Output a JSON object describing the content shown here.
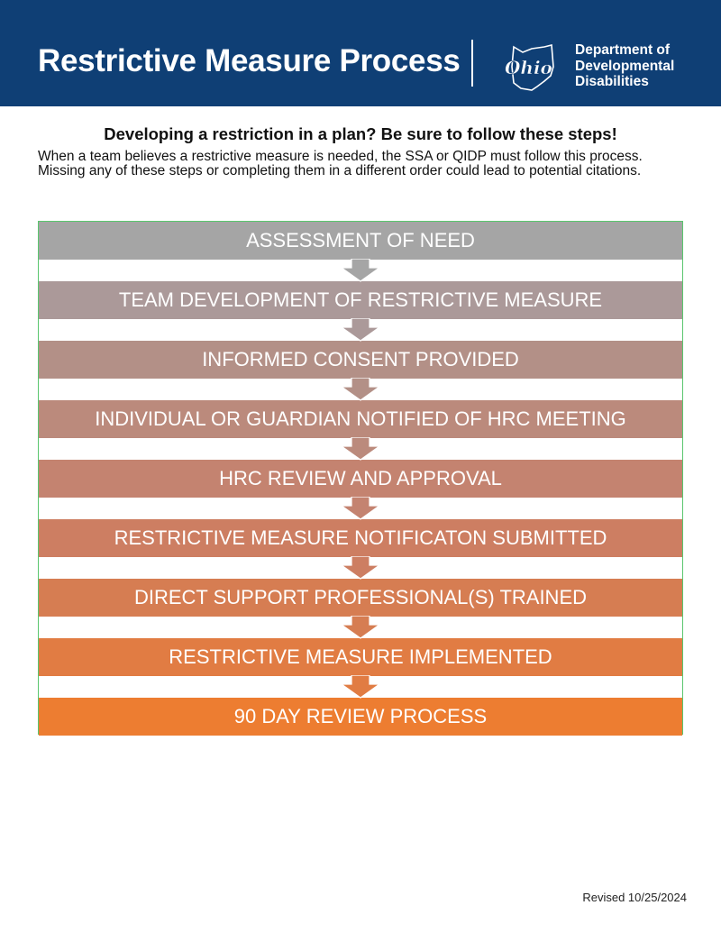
{
  "header": {
    "title": "Restrictive Measure Process",
    "logo_text": "Ohio",
    "department_lines": [
      "Department of",
      "Developmental",
      "Disabilities"
    ],
    "background_color": "#0f3f75"
  },
  "subheading": "Developing a restriction in a plan? Be sure to follow these steps!",
  "intro": "When a team believes a restrictive measure is needed, the SSA or QIDP must follow this process. Missing any of these steps or completing them in a different order could lead to potential citations.",
  "steps": [
    {
      "label": "ASSESSMENT OF NEED",
      "color": "#a5a5a5"
    },
    {
      "label": "TEAM DEVELOPMENT OF RESTRICTIVE MEASURE",
      "color": "#ab9999"
    },
    {
      "label": "INFORMED CONSENT PROVIDED",
      "color": "#b39087"
    },
    {
      "label": "INDIVIDUAL OR GUARDIAN NOTIFIED OF HRC MEETING",
      "color": "#bb8a7c"
    },
    {
      "label": "HRC REVIEW AND APPROVAL",
      "color": "#c48370"
    },
    {
      "label": "RESTRICTIVE MEASURE NOTIFICATON SUBMITTED",
      "color": "#cd7e62"
    },
    {
      "label": "DIRECT SUPPORT PROFESSIONAL(S) TRAINED",
      "color": "#d67d52"
    },
    {
      "label": "RESTRICTIVE MEASURE IMPLEMENTED",
      "color": "#e17c43"
    },
    {
      "label": "90 DAY REVIEW PROCESS",
      "color": "#ed7d31"
    }
  ],
  "footer": {
    "revised": "Revised 10/25/2024"
  }
}
